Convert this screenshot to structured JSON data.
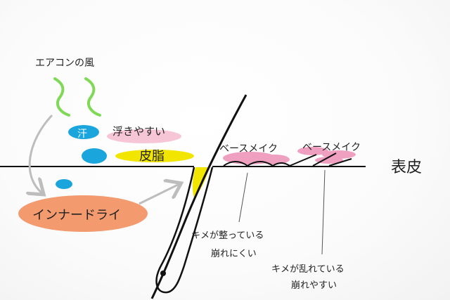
{
  "labels": {
    "aircon_wind": "エアコンの風",
    "sweat": "汗",
    "floats_easily": "浮きやすい",
    "sebum": "皮脂",
    "base_makeup_1": "ベースメイク",
    "base_makeup_2": "ベースメイク",
    "skin_surface": "表皮",
    "inner_dry": "インナードライ",
    "texture_even_line1": "キメが整っている",
    "texture_even_line2": "崩れにくい",
    "texture_rough_line1": "キメが乱れている",
    "texture_rough_line2": "崩れやすい"
  },
  "colors": {
    "wind": "#7fd957",
    "sweat": "#1aa6dc",
    "sebum": "#f2e600",
    "float_pink": "#f7c6d6",
    "makeup_pink": "#ef9fbf",
    "inner_dry_fill": "#f39a6e",
    "arrow_gray": "#bdbdbd",
    "line": "#111111"
  },
  "icons": {
    "wind": "wind-wave-icon",
    "arrow": "curved-arrow-icon"
  }
}
